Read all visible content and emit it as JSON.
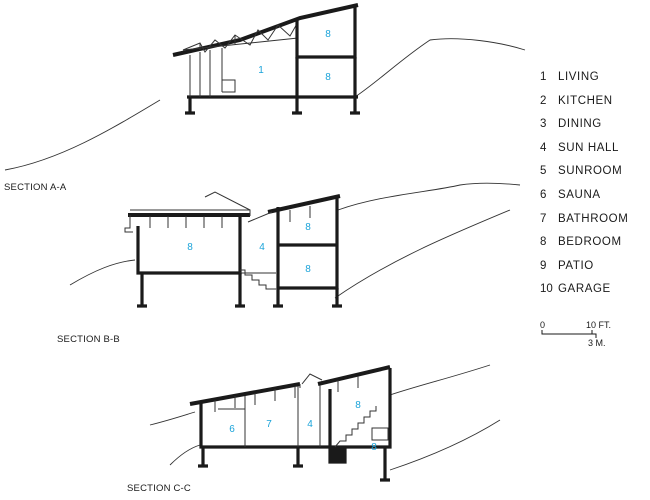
{
  "sections": {
    "a": {
      "label": "SECTION A-A",
      "rooms": [
        "1",
        "8",
        "8"
      ]
    },
    "b": {
      "label": "SECTION B-B",
      "rooms": [
        "8",
        "4",
        "8",
        "8"
      ]
    },
    "c": {
      "label": "SECTION C-C",
      "rooms": [
        "6",
        "7",
        "4",
        "8",
        "8"
      ]
    }
  },
  "legend": [
    {
      "num": "1",
      "name": "LIVING"
    },
    {
      "num": "2",
      "name": "KITCHEN"
    },
    {
      "num": "3",
      "name": "DINING"
    },
    {
      "num": "4",
      "name": "SUN HALL"
    },
    {
      "num": "5",
      "name": "SUNROOM"
    },
    {
      "num": "6",
      "name": "SAUNA"
    },
    {
      "num": "7",
      "name": "BATHROOM"
    },
    {
      "num": "8",
      "name": "BEDROOM"
    },
    {
      "num": "9",
      "name": "PATIO"
    },
    {
      "num": "10",
      "name": "GARAGE"
    }
  ],
  "scale": {
    "zero": "0",
    "ten": "10 FT.",
    "three": "3 M."
  },
  "colors": {
    "room_number": "#1aa3d9",
    "line": "#1a1a1a",
    "background": "#ffffff"
  }
}
